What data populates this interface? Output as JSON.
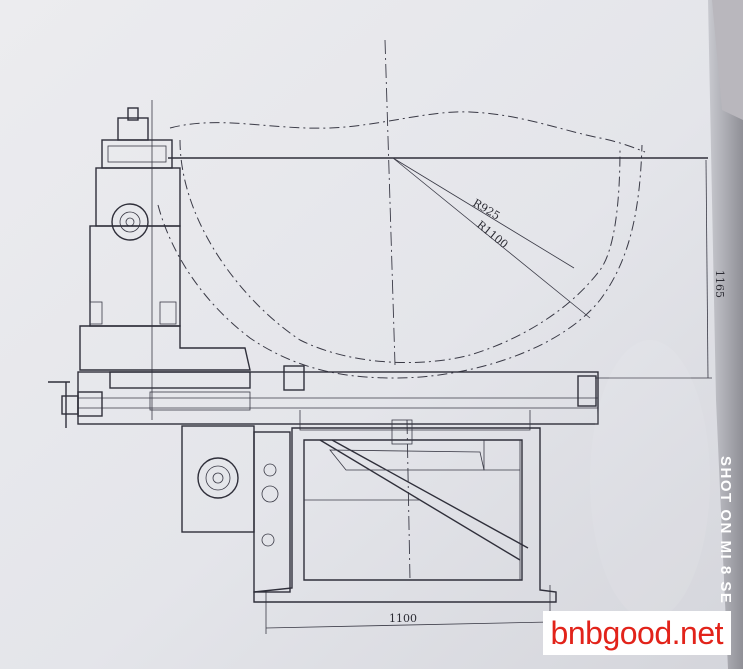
{
  "drawing": {
    "dimension_width": "1100",
    "dimension_height": "1165",
    "radius_inner": "R925",
    "radius_outer": "R1100"
  },
  "overlays": {
    "watermark": "bnbgood.net",
    "camera_label": "SHOT ON MI 8 SE"
  }
}
